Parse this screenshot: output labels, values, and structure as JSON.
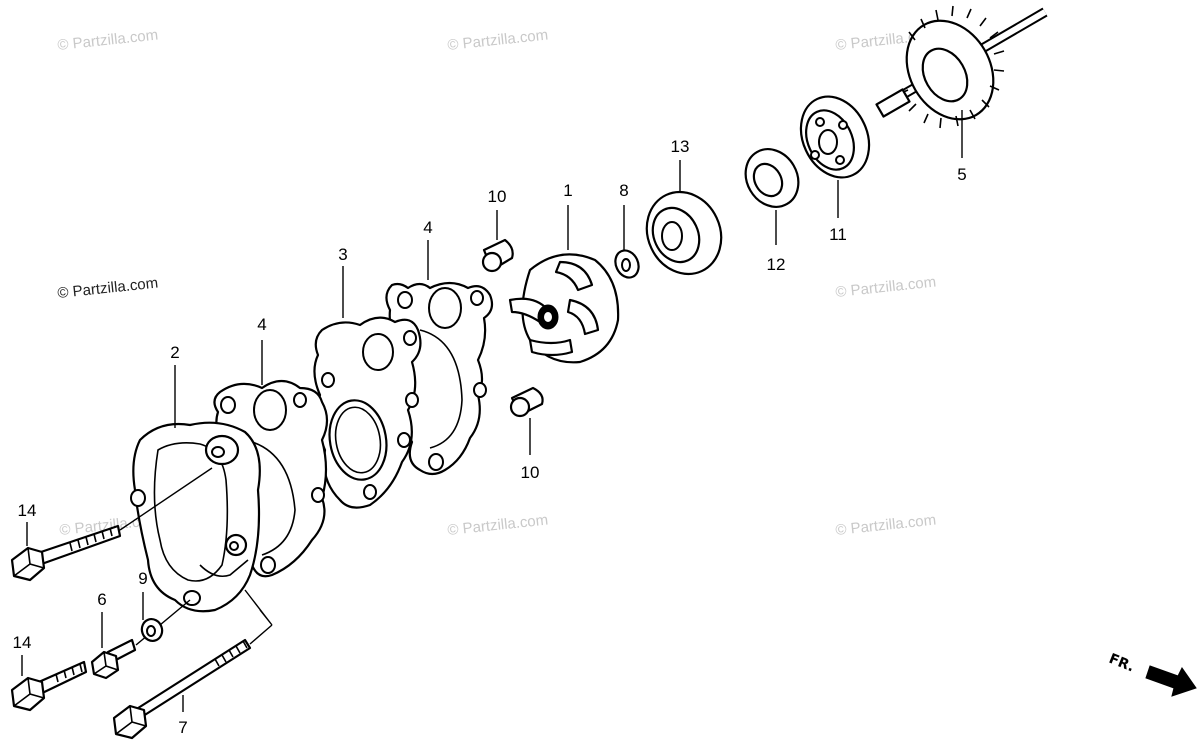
{
  "watermark": "© Partzilla.com",
  "direction": {
    "label": "FR.",
    "icon": "front-arrow-icon"
  },
  "callouts": {
    "p1": "1",
    "p2": "2",
    "p3": "3",
    "p4a": "4",
    "p4b": "4",
    "p5": "5",
    "p6": "6",
    "p7": "7",
    "p8": "8",
    "p9": "9",
    "p10a": "10",
    "p10b": "10",
    "p11": "11",
    "p12": "12",
    "p13": "13",
    "p14a": "14",
    "p14b": "14"
  }
}
